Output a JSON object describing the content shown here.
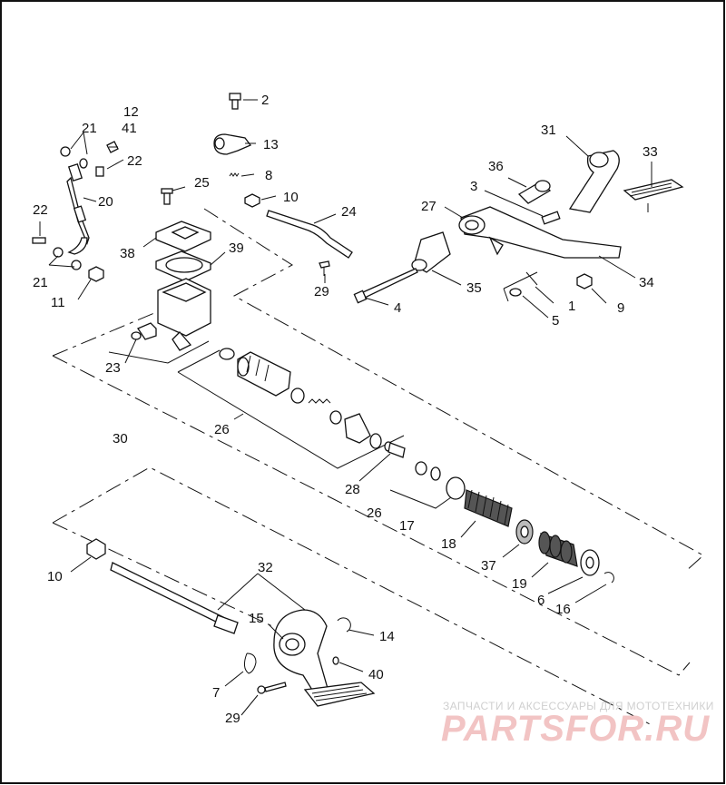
{
  "diagram": {
    "callouts": [
      {
        "id": "c2",
        "text": "2"
      },
      {
        "id": "c12",
        "text": "12"
      },
      {
        "id": "c41",
        "text": "41"
      },
      {
        "id": "c21a",
        "text": "21"
      },
      {
        "id": "c22a",
        "text": "22"
      },
      {
        "id": "c20",
        "text": "20"
      },
      {
        "id": "c22b",
        "text": "22"
      },
      {
        "id": "c21b",
        "text": "21"
      },
      {
        "id": "c11",
        "text": "11"
      },
      {
        "id": "c13",
        "text": "13"
      },
      {
        "id": "c8",
        "text": "8"
      },
      {
        "id": "c25",
        "text": "25"
      },
      {
        "id": "c10a",
        "text": "10"
      },
      {
        "id": "c24",
        "text": "24"
      },
      {
        "id": "c38",
        "text": "38"
      },
      {
        "id": "c39",
        "text": "39"
      },
      {
        "id": "c29a",
        "text": "29"
      },
      {
        "id": "c31",
        "text": "31"
      },
      {
        "id": "c33",
        "text": "33"
      },
      {
        "id": "c36",
        "text": "36"
      },
      {
        "id": "c3",
        "text": "3"
      },
      {
        "id": "c27",
        "text": "27"
      },
      {
        "id": "c34",
        "text": "34"
      },
      {
        "id": "c35",
        "text": "35"
      },
      {
        "id": "c1",
        "text": "1"
      },
      {
        "id": "c9",
        "text": "9"
      },
      {
        "id": "c5",
        "text": "5"
      },
      {
        "id": "c4",
        "text": "4"
      },
      {
        "id": "c23",
        "text": "23"
      },
      {
        "id": "c30",
        "text": "30"
      },
      {
        "id": "c26a",
        "text": "26"
      },
      {
        "id": "c28",
        "text": "28"
      },
      {
        "id": "c26b",
        "text": "26"
      },
      {
        "id": "c17",
        "text": "17"
      },
      {
        "id": "c18",
        "text": "18"
      },
      {
        "id": "c37",
        "text": "37"
      },
      {
        "id": "c19",
        "text": "19"
      },
      {
        "id": "c6",
        "text": "6"
      },
      {
        "id": "c16",
        "text": "16"
      },
      {
        "id": "c10b",
        "text": "10"
      },
      {
        "id": "c32",
        "text": "32"
      },
      {
        "id": "c15",
        "text": "15"
      },
      {
        "id": "c14",
        "text": "14"
      },
      {
        "id": "c40",
        "text": "40"
      },
      {
        "id": "c7",
        "text": "7"
      },
      {
        "id": "c29b",
        "text": "29"
      }
    ]
  },
  "watermark": {
    "caption": "ЗАПЧАСТИ И АКСЕССУАРЫ ДЛЯ МОТОТЕХНИКИ",
    "brand": "PARTSFOR.RU"
  }
}
